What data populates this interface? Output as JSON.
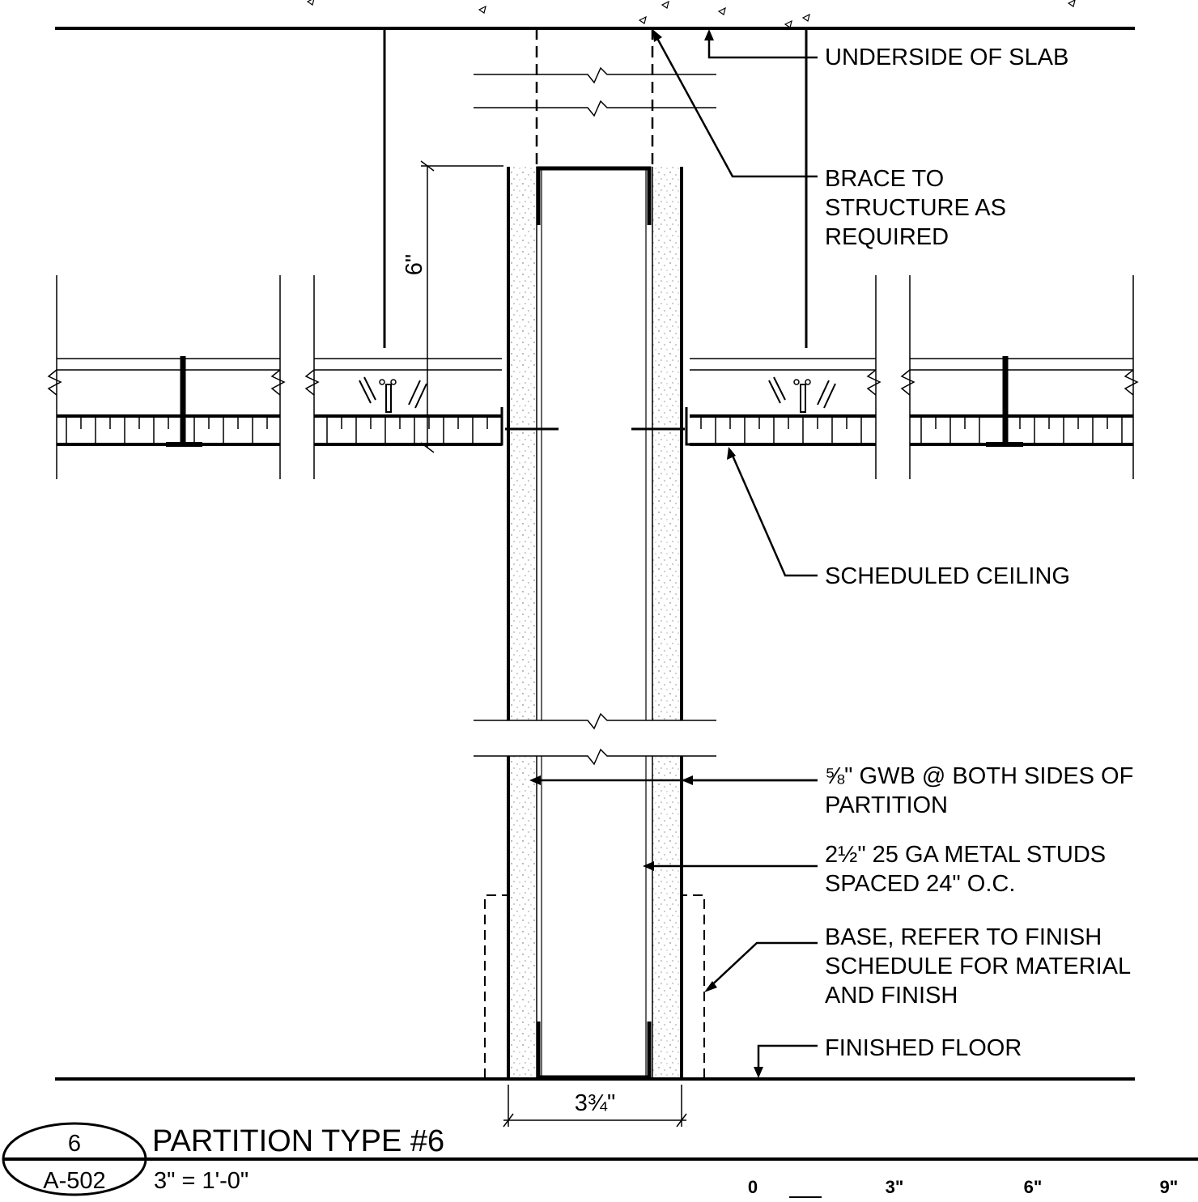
{
  "drawing": {
    "detail_number": "6",
    "sheet_ref": "A-502",
    "title": "PARTITION TYPE #6",
    "scale": "3\" = 1'-0\""
  },
  "dimensions": {
    "ceiling_height": "6\"",
    "partition_width": "3¾\""
  },
  "callouts": {
    "underside_of_slab": [
      "UNDERSIDE OF SLAB"
    ],
    "brace": [
      "BRACE TO",
      "STRUCTURE AS",
      "REQUIRED"
    ],
    "scheduled_ceiling": [
      "SCHEDULED CEILING"
    ],
    "gwb": [
      "⅝\" GWB @ BOTH SIDES OF",
      "PARTITION"
    ],
    "studs": [
      "2½\" 25 GA METAL STUDS",
      "SPACED 24\" O.C."
    ],
    "base": [
      "BASE, REFER TO FINISH",
      "SCHEDULE FOR MATERIAL",
      "AND FINISH"
    ],
    "finished_floor": [
      "FINISHED FLOOR"
    ]
  },
  "scale_bar": {
    "ticks": [
      "0",
      "3\"",
      "6\"",
      "9\""
    ]
  }
}
